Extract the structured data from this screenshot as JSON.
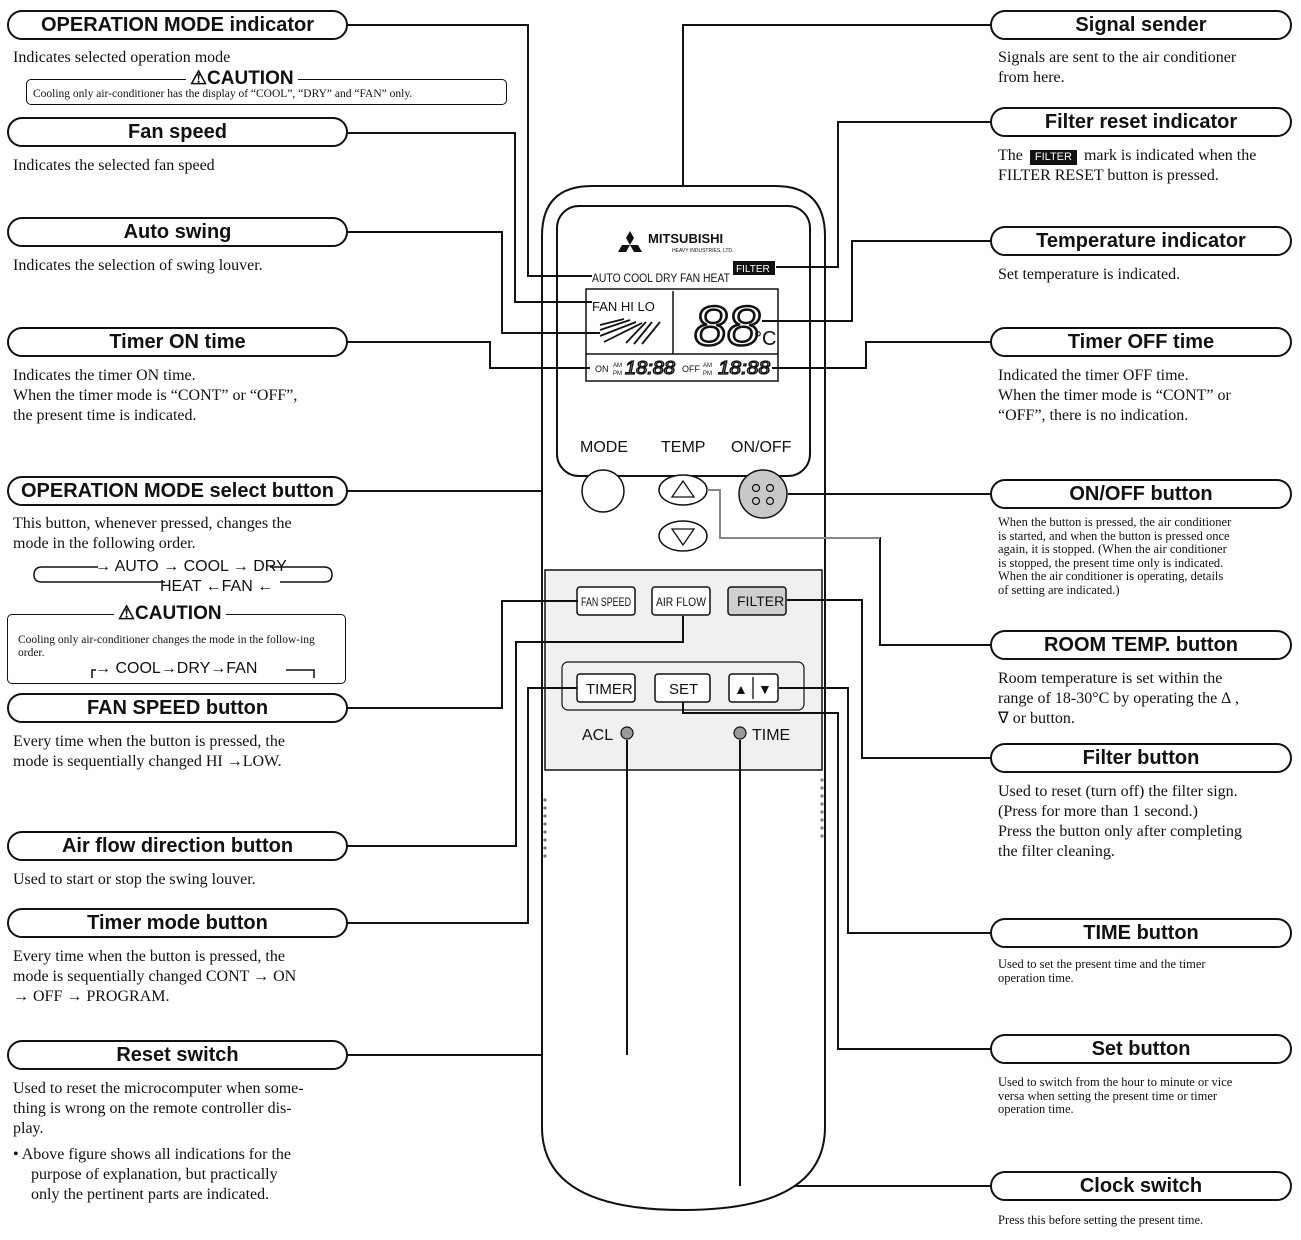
{
  "labels": {
    "op_mode_indicator": "OPERATION MODE indicator",
    "fan_speed": "Fan speed",
    "auto_swing": "Auto swing",
    "timer_on": "Timer ON time",
    "op_mode_select": "OPERATION MODE select button",
    "fan_speed_button": "FAN SPEED button",
    "air_flow": "Air flow direction button",
    "timer_mode": "Timer mode button",
    "reset_switch": "Reset switch",
    "signal_sender": "Signal sender",
    "filter_reset": "Filter reset indicator",
    "temp_indicator": "Temperature indicator",
    "timer_off": "Timer OFF time",
    "onoff_button": "ON/OFF button",
    "room_temp": "ROOM TEMP. button",
    "filter_button": "Filter button",
    "time_button": "TIME button",
    "set_button": "Set button",
    "clock_switch": "Clock switch"
  },
  "descriptions": {
    "op_mode_indicator": "Indicates selected operation mode",
    "fan_speed": "Indicates the selected fan speed",
    "auto_swing": "Indicates the selection of swing louver.",
    "timer_on": [
      "Indicates the timer ON time.",
      "When the timer mode is “CONT” or “OFF”,",
      "the present time is indicated."
    ],
    "op_mode_select": [
      "This button, whenever pressed, changes the",
      "mode in the following order."
    ],
    "fan_speed_button": [
      "Every time when the button is pressed, the",
      "mode is sequentially changed HI →LOW."
    ],
    "air_flow": "Used to start or stop the swing louver.",
    "timer_mode": [
      "Every time when the button is pressed, the",
      "mode is sequentially changed CONT → ON",
      "→ OFF → PROGRAM."
    ],
    "reset_switch": [
      "Used to reset the microcomputer when some-",
      "thing is wrong on the remote controller dis-",
      "play."
    ],
    "note": [
      "• Above figure shows all indications for the",
      "purpose of explanation, but practically",
      "only the pertinent parts are indicated."
    ],
    "signal_sender": [
      "Signals are sent to the air conditioner",
      "from here."
    ],
    "filter_reset_pre": "The",
    "filter_reset_badge": "FILTER",
    "filter_reset_post": "mark is indicated when the",
    "filter_reset_line2": "FILTER RESET button is pressed.",
    "temp_indicator": "Set temperature is indicated.",
    "timer_off": [
      "Indicated the timer OFF time.",
      "When the timer mode is “CONT” or",
      "“OFF”, there is no indication."
    ],
    "onoff_button": [
      "When the button is pressed, the air conditioner",
      "is started, and when the button is pressed once",
      "again, it is stopped. (When the air conditioner",
      "is stopped, the present time only is indicated.",
      "When the air conditioner is operating, details",
      "of setting are indicated.)"
    ],
    "room_temp": [
      "Room temperature is set within the",
      "range of 18-30°C by operating the ∆ ,",
      "∇ or button."
    ],
    "filter_button": [
      "Used to reset (turn off) the filter sign.",
      "(Press for more than 1 second.)",
      "Press the button only after completing",
      "the filter cleaning."
    ],
    "time_button": [
      "Used to set the present time and the timer",
      "operation time."
    ],
    "set_button": [
      "Used to switch from the hour to minute or vice",
      "versa when setting the present time or timer",
      "operation time."
    ],
    "clock_switch": "Press this before setting the present time."
  },
  "caution1": {
    "title": "⚠CAUTION",
    "text": "Cooling only air-conditioner has the display of “COOL”, “DRY” and “FAN” only."
  },
  "caution2": {
    "title": "⚠CAUTION",
    "text": "Cooling only air-conditioner changes the mode in the follow-ing order.",
    "sequence": "→ COOL→DRY→FAN"
  },
  "mode_sequence": {
    "line1": "→ AUTO → COOL → DRY",
    "line2": "HEAT ←FAN ←"
  },
  "remote": {
    "brand": "MITSUBISHI",
    "brand_sub": "HEAVY INDUSTRIES, LTD.",
    "modes": "AUTO COOL DRY FAN HEAT",
    "filter_badge": "FILTER",
    "fan_line": "FAN  HI  LO",
    "temp_digits": "88",
    "temp_unit": "°C",
    "on_label": "ON",
    "off_label": "OFF",
    "am": "AM",
    "pm": "PM",
    "on_time": "18:88",
    "off_time": "18:88",
    "btn_mode": "MODE",
    "btn_temp": "TEMP",
    "btn_onoff": "ON/OFF",
    "btn_fan_speed": "FAN SPEED",
    "btn_air_flow": "AIR FLOW",
    "btn_filter": "FILTER",
    "btn_timer": "TIMER",
    "btn_set": "SET",
    "arrow_up": "▲",
    "arrow_down": "▼",
    "acl": "ACL",
    "time": "TIME"
  }
}
